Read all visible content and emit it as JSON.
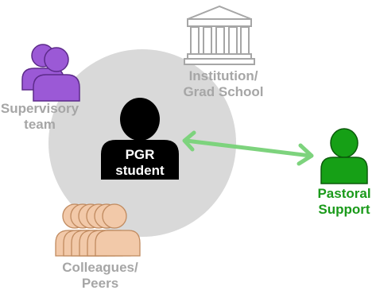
{
  "nodes": {
    "institution": {
      "label_line1": "Institution/",
      "label_line2": "Grad School",
      "icon": "building-icon",
      "color": "#a6a6a6"
    },
    "supervisory": {
      "label_line1": "Supervisory",
      "label_line2": "team",
      "icon": "people-pair-icon",
      "color": "#9b59d6",
      "label_color": "#a6a6a6"
    },
    "pgr": {
      "label_line1": "PGR",
      "label_line2": "student",
      "icon": "person-icon",
      "color": "#000000"
    },
    "pastoral": {
      "label_line1": "Pastoral",
      "label_line2": "Support",
      "icon": "person-icon",
      "color": "#16a016"
    },
    "colleagues": {
      "label_line1": "Colleagues/",
      "label_line2": "Peers",
      "icon": "people-group-icon",
      "color": "#f2c9a9",
      "label_color": "#a6a6a6"
    }
  },
  "circle": {
    "color": "#d9d9d9"
  },
  "connector": {
    "type": "double-arrow",
    "color": "#7dd37d"
  }
}
